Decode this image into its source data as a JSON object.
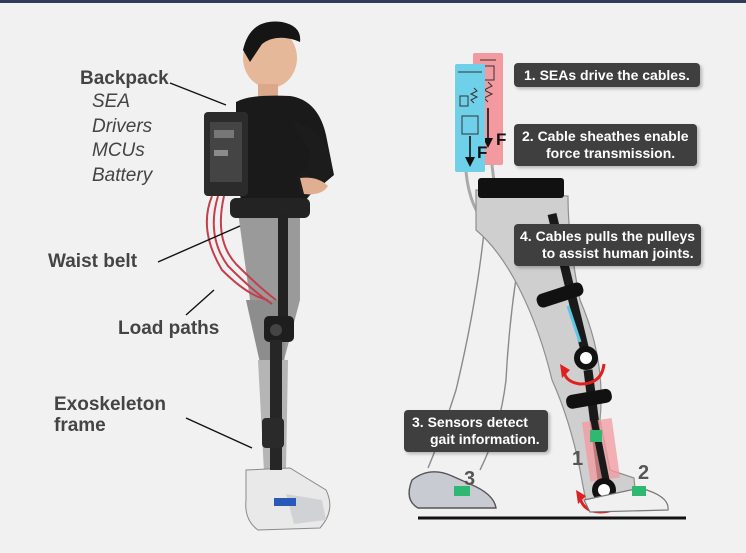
{
  "left_labels": {
    "backpack": "Backpack",
    "components": [
      "SEA",
      "Drivers",
      "MCUs",
      "Battery"
    ],
    "waist_belt": "Waist belt",
    "load_paths": "Load paths",
    "frame_line1": "Exoskeleton",
    "frame_line2": "frame"
  },
  "callouts": {
    "c1": "1. SEAs drive the cables.",
    "c2_line1": "2. Cable sheathes enable",
    "c2_line2": "force transmission.",
    "c4_line1": "4. Cables pulls the  pulleys",
    "c4_line2": "to assist human joints.",
    "c3_line1": "3. Sensors detect",
    "c3_line2": "gait information."
  },
  "force_labels": {
    "blue": "F",
    "red": "F"
  },
  "sensor_numbers": {
    "n1": "1",
    "n2": "2",
    "n3": "3"
  },
  "colors": {
    "sea_blue": "#6fd0ea",
    "sea_red": "#f29aa0",
    "arrow_red": "#e02020",
    "sensor_green": "#2eb872",
    "callout_bg": "#3f3f3f",
    "label_text": "#444444",
    "top_bar": "#2f3b57"
  }
}
